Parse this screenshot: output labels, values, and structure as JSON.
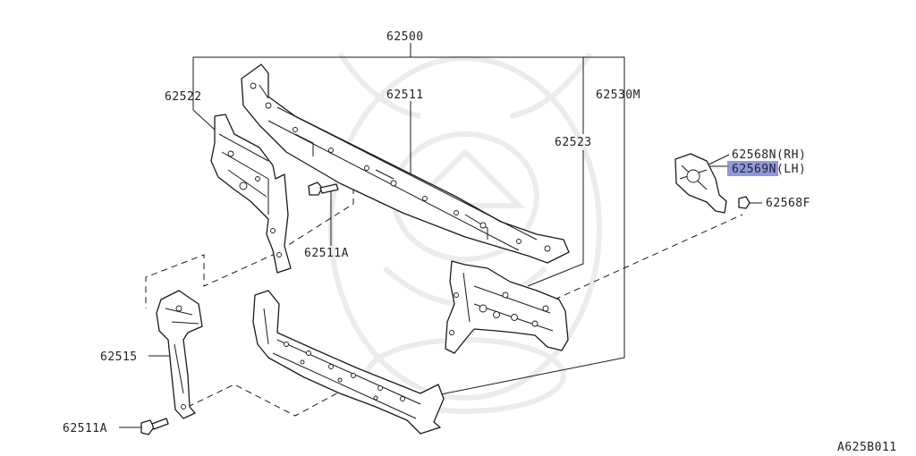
{
  "diagram_code": "A625B011",
  "highlight_color": "#7b86d6",
  "labels": {
    "p62500": "62500",
    "p62522": "62522",
    "p62511": "62511",
    "p62530m": "62530M",
    "p62523": "62523",
    "p62568n_rh": "62568N(RH)",
    "p62569n_lh": "62569N(LH)",
    "p62568f": "62568F",
    "p62511a_upper": "62511A",
    "p62515": "62515",
    "p62511a_lower": "62511A"
  }
}
